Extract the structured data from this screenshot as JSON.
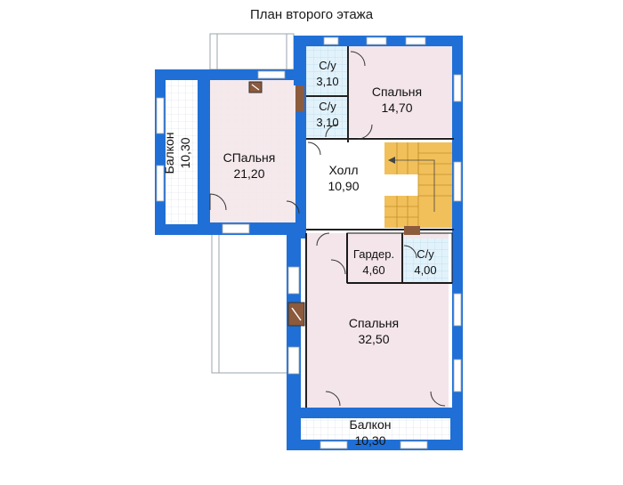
{
  "title": "План второго этажа",
  "colors": {
    "wall": "#1f6fd6",
    "wall_accent": "#ffffff",
    "room_pink": "#f3e5e9",
    "tile": "#dff0fa",
    "balcony": "#ffffff",
    "stairs": "#f1c05a",
    "hall": "#ffffff",
    "grid": "#cdd5e0"
  },
  "rooms": {
    "bath_top": {
      "name": "С/у",
      "area": "3,10"
    },
    "bath_mid": {
      "name": "С/у",
      "area": "3,10"
    },
    "bedroom_ne": {
      "name": "Спальня",
      "area": "14,70"
    },
    "bedroom_w": {
      "name": "СПальня",
      "area": "21,20"
    },
    "hall": {
      "name": "Холл",
      "area": "10,90"
    },
    "wardrobe": {
      "name": "Гардер.",
      "area": "4,60"
    },
    "bath_low": {
      "name": "С/у",
      "area": "4,00"
    },
    "bedroom_s": {
      "name": "Спальня",
      "area": "32,50"
    },
    "balcony_w": {
      "name": "Балкон",
      "area": "10,30"
    },
    "balcony_s": {
      "name": "Балкон",
      "area": "10,30"
    }
  }
}
